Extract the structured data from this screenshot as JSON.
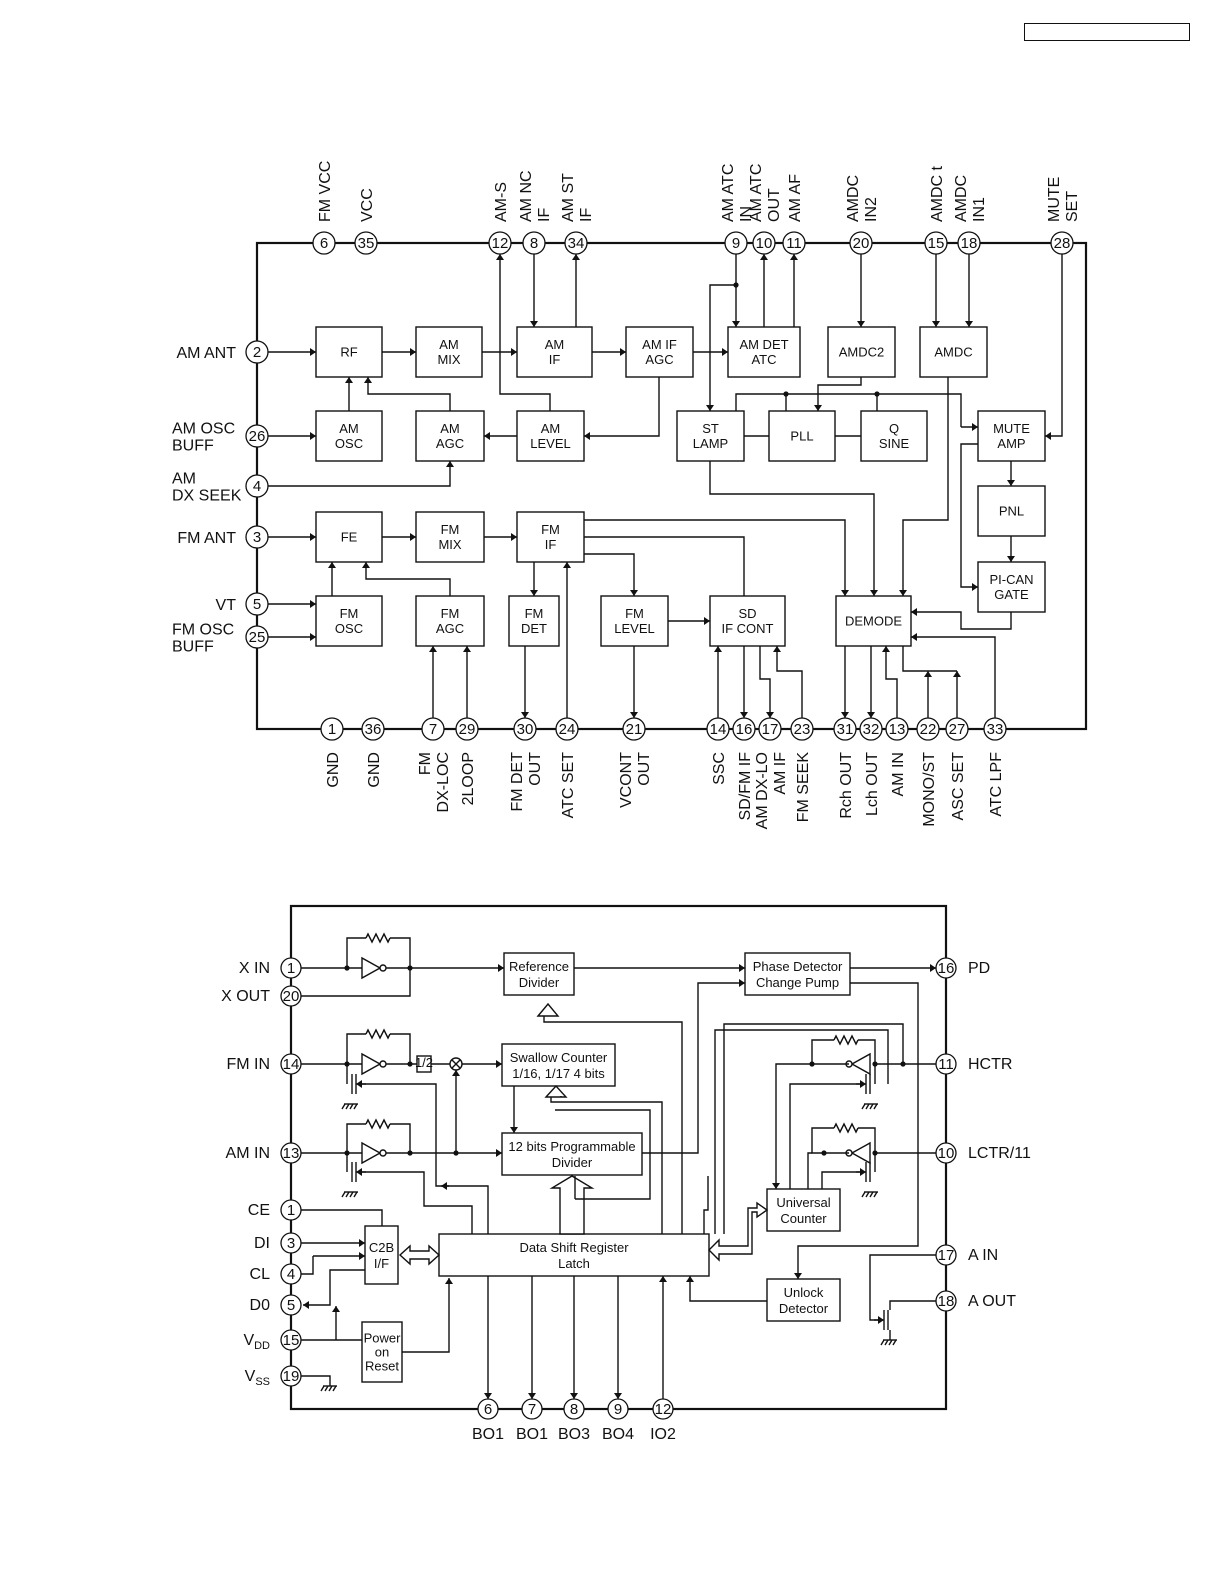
{
  "diagram1": {
    "top_pins": [
      {
        "num": "6",
        "label": [
          "FM VCC"
        ]
      },
      {
        "num": "35",
        "label": [
          "VCC"
        ]
      },
      {
        "num": "12",
        "label": [
          "AM-S"
        ]
      },
      {
        "num": "8",
        "label": [
          "AM NC",
          "IF"
        ]
      },
      {
        "num": "34",
        "label": [
          "AM ST",
          "IF"
        ]
      },
      {
        "num": "9",
        "label": [
          "AM ATC",
          "IN"
        ]
      },
      {
        "num": "10",
        "label": [
          "AM ATC",
          "OUT"
        ]
      },
      {
        "num": "11",
        "label": [
          "AM AF"
        ]
      },
      {
        "num": "20",
        "label": [
          "AMDC",
          "IN2"
        ]
      },
      {
        "num": "15",
        "label": [
          "AMDC t"
        ]
      },
      {
        "num": "18",
        "label": [
          "AMDC",
          "IN1"
        ]
      },
      {
        "num": "28",
        "label": [
          "MUTE",
          "SET"
        ]
      }
    ],
    "left_pins": [
      {
        "num": "2",
        "label": [
          "AM ANT"
        ]
      },
      {
        "num": "26",
        "label": [
          "AM OSC",
          "BUFF"
        ]
      },
      {
        "num": "4",
        "label": [
          "AM",
          "DX SEEK"
        ]
      },
      {
        "num": "3",
        "label": [
          "FM ANT"
        ]
      },
      {
        "num": "5",
        "label": [
          "VT"
        ]
      },
      {
        "num": "25",
        "label": [
          "FM OSC",
          "BUFF"
        ]
      }
    ],
    "bottom_pins": [
      {
        "num": "1",
        "label": [
          "GND"
        ]
      },
      {
        "num": "36",
        "label": [
          "GND"
        ]
      },
      {
        "num": "7",
        "label": [
          "FM",
          "DX-LOC"
        ]
      },
      {
        "num": "29",
        "label": [
          "2LOOP"
        ]
      },
      {
        "num": "30",
        "label": [
          "FM DET",
          "OUT"
        ]
      },
      {
        "num": "24",
        "label": [
          "ATC SET"
        ]
      },
      {
        "num": "21",
        "label": [
          "VCONT",
          "OUT"
        ]
      },
      {
        "num": "14",
        "label": [
          "SSC"
        ]
      },
      {
        "num": "16",
        "label": [
          "SD/FM IF"
        ]
      },
      {
        "num": "17",
        "label": [
          "AM DX-LO",
          "AM IF"
        ]
      },
      {
        "num": "23",
        "label": [
          "FM SEEK"
        ]
      },
      {
        "num": "31",
        "label": [
          "Rch OUT"
        ]
      },
      {
        "num": "32",
        "label": [
          "Lch OUT"
        ]
      },
      {
        "num": "13",
        "label": [
          "AM IN"
        ]
      },
      {
        "num": "22",
        "label": [
          "MONO/ST"
        ]
      },
      {
        "num": "27",
        "label": [
          "ASC SET"
        ]
      },
      {
        "num": "33",
        "label": [
          "ATC LPF"
        ]
      }
    ],
    "blocks": {
      "rf": [
        "RF"
      ],
      "am_mix": [
        "AM",
        "MIX"
      ],
      "am_if": [
        "AM",
        "IF"
      ],
      "am_if_agc": [
        "AM IF",
        "AGC"
      ],
      "am_det_atc": [
        "AM DET",
        "ATC"
      ],
      "amdc2": [
        "AMDC2"
      ],
      "amdc": [
        "AMDC"
      ],
      "am_osc": [
        "AM",
        "OSC"
      ],
      "am_agc": [
        "AM",
        "AGC"
      ],
      "am_level": [
        "AM",
        "LEVEL"
      ],
      "st_lamp": [
        "ST",
        "LAMP"
      ],
      "pll": [
        "PLL"
      ],
      "q_sine": [
        "Q",
        "SINE"
      ],
      "mute_amp": [
        "MUTE",
        "AMP"
      ],
      "pnl": [
        "PNL"
      ],
      "pi_can_gate": [
        "PI-CAN",
        "GATE"
      ],
      "fe": [
        "FE"
      ],
      "fm_mix": [
        "FM",
        "MIX"
      ],
      "fm_if": [
        "FM",
        "IF"
      ],
      "fm_osc": [
        "FM",
        "OSC"
      ],
      "fm_agc": [
        "FM",
        "AGC"
      ],
      "fm_det": [
        "FM",
        "DET"
      ],
      "fm_level": [
        "FM",
        "LEVEL"
      ],
      "sd_if_cont": [
        "SD",
        "IF CONT"
      ],
      "demode": [
        "DEMODE"
      ]
    }
  },
  "diagram2": {
    "left_pins": [
      {
        "num": "1",
        "label": "X IN"
      },
      {
        "num": "20",
        "label": "X OUT"
      },
      {
        "num": "14",
        "label": "FM IN"
      },
      {
        "num": "13",
        "label": "AM IN"
      },
      {
        "num": "1",
        "label": "CE"
      },
      {
        "num": "3",
        "label": "DI"
      },
      {
        "num": "4",
        "label": "CL"
      },
      {
        "num": "5",
        "label": "D0"
      },
      {
        "num": "15",
        "label": "VDD"
      },
      {
        "num": "19",
        "label": "VSS"
      }
    ],
    "right_pins": [
      {
        "num": "16",
        "label": "PD"
      },
      {
        "num": "11",
        "label": "HCTR"
      },
      {
        "num": "10",
        "label": "LCTR/11"
      },
      {
        "num": "17",
        "label": "A IN"
      },
      {
        "num": "18",
        "label": "A OUT"
      }
    ],
    "bottom_pins": [
      {
        "num": "6",
        "label": "BO1"
      },
      {
        "num": "7",
        "label": "BO1"
      },
      {
        "num": "8",
        "label": "BO3"
      },
      {
        "num": "9",
        "label": "BO4"
      },
      {
        "num": "12",
        "label": "IO2"
      }
    ],
    "blocks": {
      "ref_div": [
        "Reference",
        "Divider"
      ],
      "phase_det": [
        "Phase Detector",
        "Change Pump"
      ],
      "swallow": [
        "Swallow Counter",
        "1/16, 1/17 4 bits"
      ],
      "prog_div": [
        "12 bits Programmable",
        "Divider"
      ],
      "shift_reg": [
        "Data Shift Register",
        "Latch"
      ],
      "c2b": [
        "C2B",
        "I/F"
      ],
      "por": [
        "Power",
        "on",
        "Reset"
      ],
      "univ": [
        "Universal",
        "Counter"
      ],
      "unlock": [
        "Unlock",
        "Detector"
      ],
      "half": "1/2"
    }
  }
}
